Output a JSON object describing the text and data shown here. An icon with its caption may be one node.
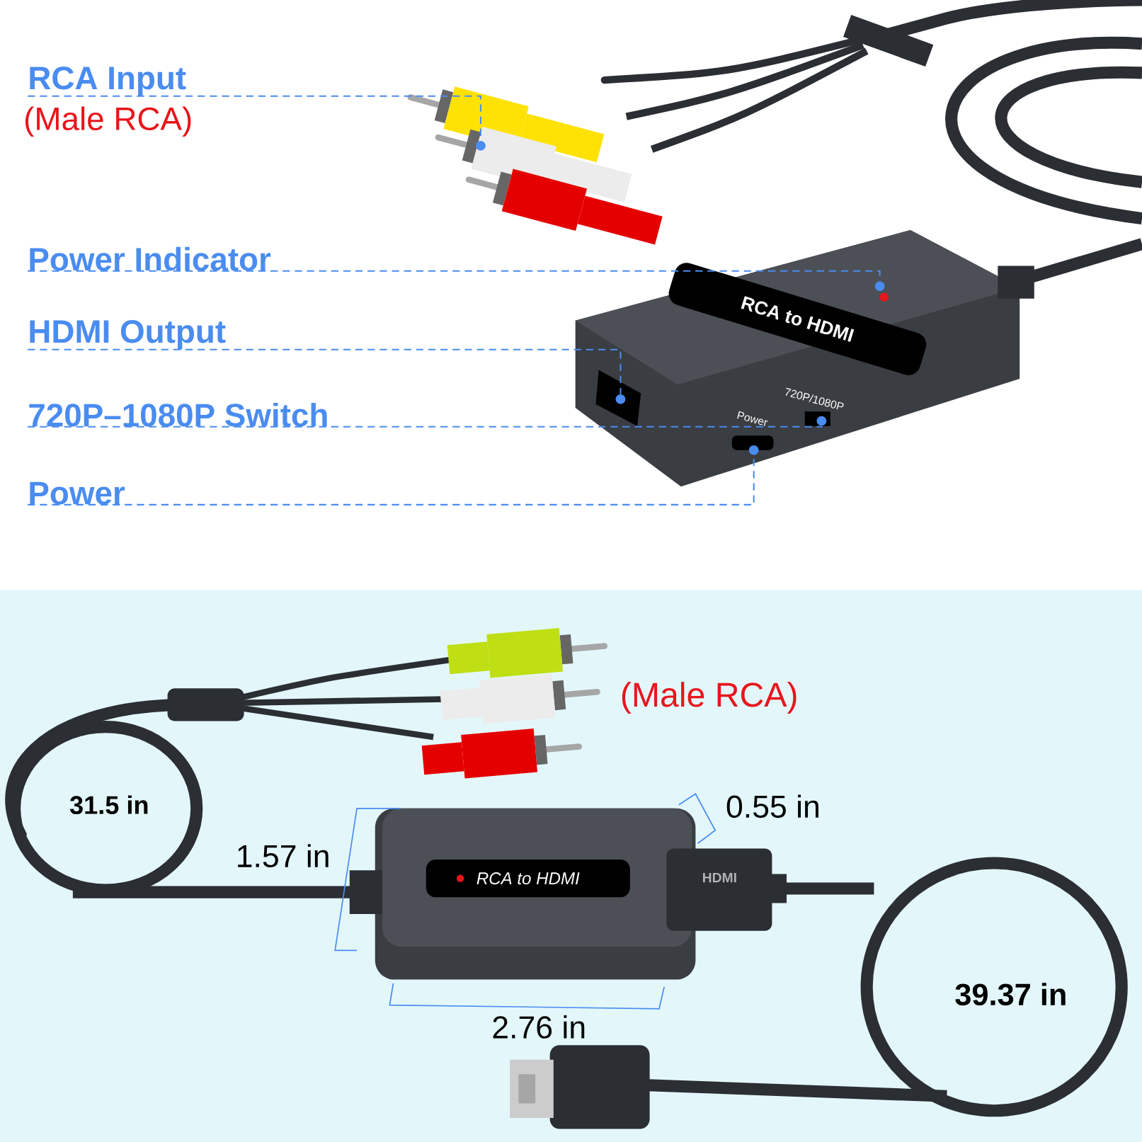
{
  "diagram": {
    "nodes": [
      {
        "text": [
          "RCA Input"
        ],
        "beside": [
          "(Male RCA)"
        ]
      },
      {
        "text": [],
        "shape": "circle"
      },
      {
        "text": [
          "Power Indicator"
        ]
      },
      {
        "text": [],
        "shape": "circle"
      },
      {
        "text": [
          "HDMI Output"
        ]
      },
      {
        "text": [],
        "shape": "circle"
      },
      {
        "text": [
          "720P–1080P Switch"
        ]
      },
      {
        "text": [],
        "shape": "circle"
      },
      {
        "text": [
          "Power"
        ]
      },
      {
        "text": [],
        "shape": "circle"
      }
    ],
    "edges": [
      {
        "from": 0,
        "to": 1,
        "arrow": "none",
        "style": "dashed"
      },
      {
        "from": 2,
        "to": 3,
        "arrow": "none",
        "style": "dashed"
      },
      {
        "from": 4,
        "to": 5,
        "arrow": "none",
        "style": "dashed"
      },
      {
        "from": 6,
        "to": 7,
        "arrow": "none",
        "style": "dashed"
      },
      {
        "from": 8,
        "to": 9,
        "arrow": "none",
        "style": "dashed"
      }
    ],
    "labels": [
      "RCA to HDMI",
      "Power",
      "720P/1080P",
      "(Male RCA)",
      "0.55 in",
      "31.5 in",
      "1.57 in",
      "RCA to HDMI",
      "HDMI",
      "39.37 in",
      "2.76 in"
    ]
  }
}
